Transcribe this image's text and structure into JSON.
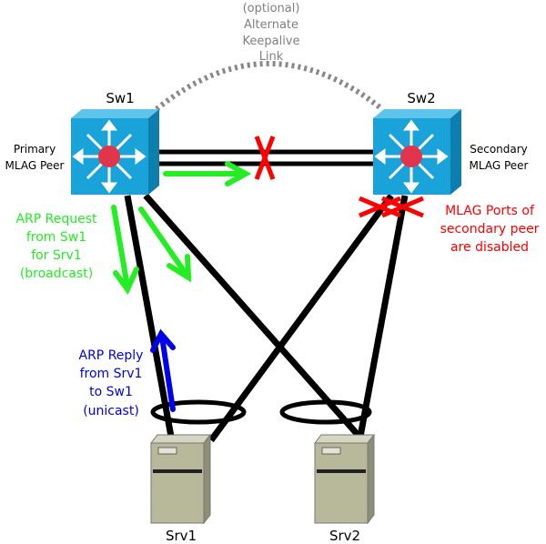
{
  "keepalive_label": [
    "(optional)",
    "Alternate",
    "Keepalive",
    "Link"
  ],
  "switches": {
    "sw1": {
      "name": "Sw1",
      "role": [
        "Primary",
        "MLAG Peer"
      ]
    },
    "sw2": {
      "name": "Sw2",
      "role": [
        "Secondary",
        "MLAG Peer"
      ]
    }
  },
  "servers": {
    "srv1": "Srv1",
    "srv2": "Srv2"
  },
  "annotations": {
    "arp_request": [
      "ARP Request",
      "from Sw1",
      "for Srv1",
      "(broadcast)"
    ],
    "arp_reply": [
      "ARP Reply",
      "from Srv1",
      "to Sw1",
      "(unicast)"
    ],
    "disabled_ports": [
      "MLAG Ports of",
      "secondary peer",
      "are disabled"
    ]
  },
  "colors": {
    "request": "#22ee22",
    "reply": "#0000ee",
    "disabled": "#ff0000",
    "keepalive": "#808080",
    "link": "#000000",
    "switch": "#1aa3d8",
    "server": "#b8b89a"
  }
}
